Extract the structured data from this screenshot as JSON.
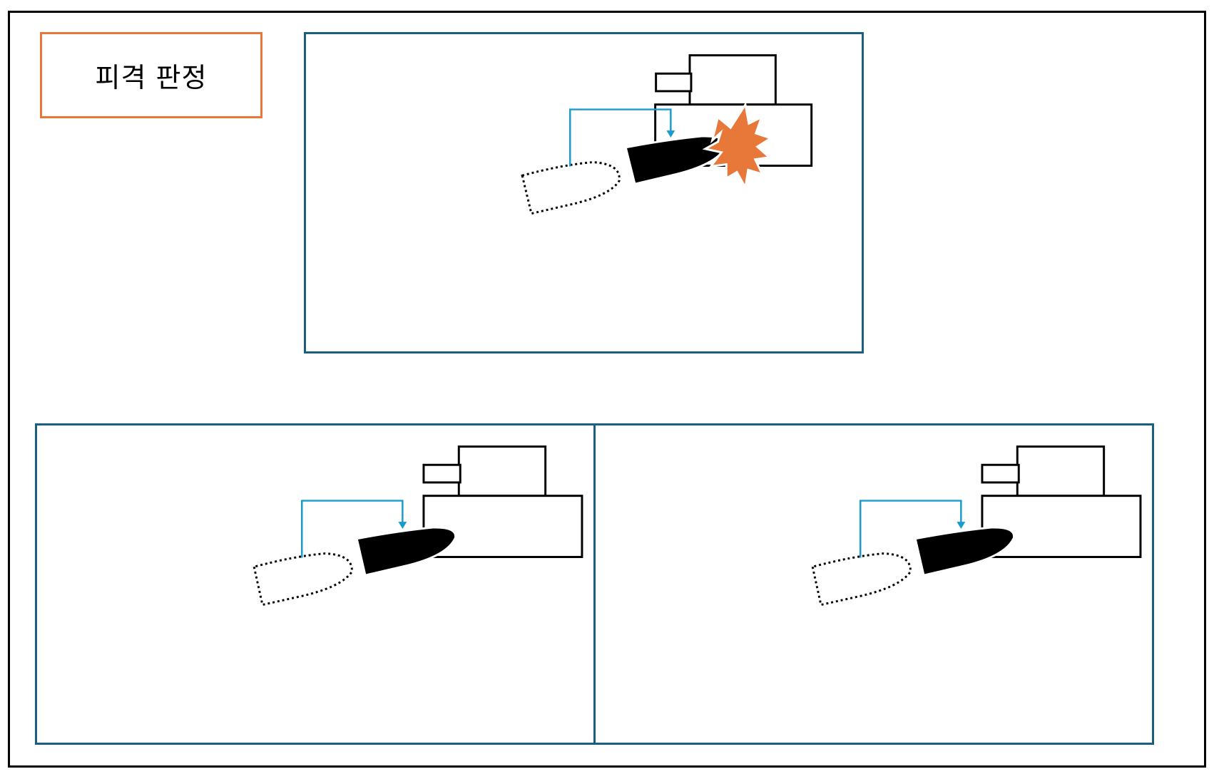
{
  "title": "피격 판정",
  "colors": {
    "frame": "#000000",
    "title_border": "#e8773a",
    "panel_border": "#1a5f80",
    "trajectory_arrow": "#1a9bd0",
    "explosion": "#e8773a",
    "projectile": "#000000"
  },
  "panels": [
    {
      "id": "top",
      "hit": true
    },
    {
      "id": "bottom-left",
      "hit": false
    },
    {
      "id": "bottom-right",
      "hit": false
    }
  ]
}
